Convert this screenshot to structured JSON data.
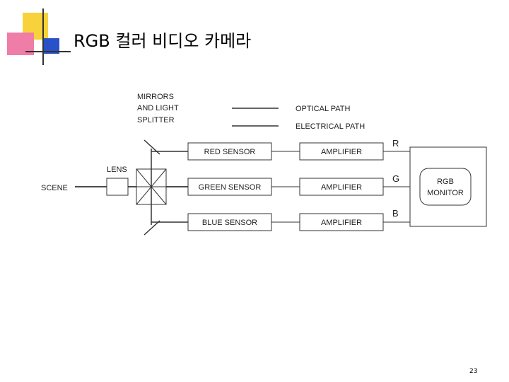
{
  "slide": {
    "title": "RGB 컬러 비디오 카메라",
    "page_number": "23"
  },
  "colors": {
    "accent_yellow": "#f7d23a",
    "accent_pink": "#f07ca8",
    "accent_blue": "#2a52c8",
    "line": "#333333"
  },
  "legend": {
    "mirrors_line1": "MIRRORS",
    "mirrors_line2": "AND LIGHT",
    "mirrors_line3": "SPLITTER",
    "optical_path": "OPTICAL PATH",
    "electrical_path": "ELECTRICAL PATH"
  },
  "diagram": {
    "scene": "SCENE",
    "lens": "LENS",
    "sensors": {
      "red": "RED SENSOR",
      "green": "GREEN SENSOR",
      "blue": "BLUE SENSOR"
    },
    "amplifier": "AMPLIFIER",
    "channels": {
      "r": "R",
      "g": "G",
      "b": "B"
    },
    "monitor_line1": "RGB",
    "monitor_line2": "MONITOR"
  }
}
